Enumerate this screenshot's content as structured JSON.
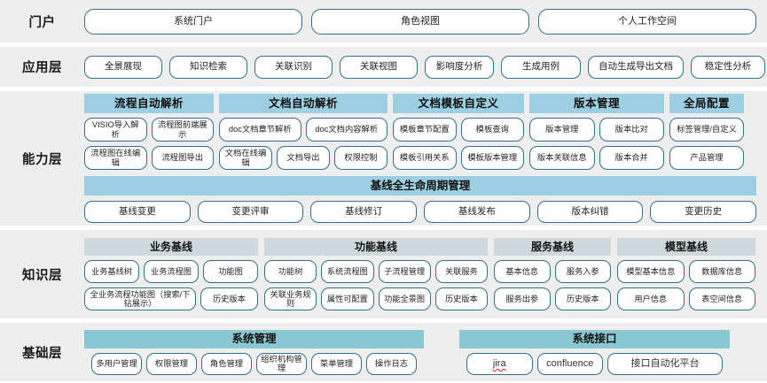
{
  "layers": [
    {
      "label": "门户",
      "buttons": [
        "系统门户",
        "角色视图",
        "个人工作空间"
      ]
    },
    {
      "label": "应用层",
      "buttons": [
        "全景展现",
        "知识检索",
        "关联识别",
        "关联视图",
        "影响度分析",
        "生成用例",
        "自动生成导出文档",
        "稳定性分析"
      ]
    },
    {
      "label": "能力层",
      "groups": [
        {
          "title": "流程自动解析",
          "row1": [
            "VISIO导入解析",
            "流程图前端展示"
          ],
          "row2": [
            "流程图在线编辑",
            "流程图导出"
          ]
        },
        {
          "title": "文档自动解析",
          "row1": [
            "doc文档章节解析",
            "doc文档内容解析"
          ],
          "row2": [
            "文档在线编辑",
            "文档导出",
            "权限控制"
          ]
        },
        {
          "title": "文档模板自定义",
          "row1": [
            "模板章节配置",
            "模板查询"
          ],
          "row2": [
            "模板引用关系",
            "模板版本管理"
          ]
        },
        {
          "title": "版本管理",
          "row1": [
            "版本管理",
            "版本比对"
          ],
          "row2": [
            "版本关联信息",
            "版本合并"
          ]
        },
        {
          "title": "全局配置",
          "row1": [
            "标签管理/自定义"
          ],
          "row2": [
            "产品管理"
          ]
        }
      ],
      "baseline": {
        "title": "基线全生命周期管理",
        "buttons": [
          "基线变更",
          "变更评审",
          "基线修订",
          "基线发布",
          "版本纠错",
          "变更历史"
        ]
      }
    },
    {
      "label": "知识层",
      "groups": [
        {
          "title": "业务基线",
          "row1": [
            "业务基线树",
            "业务流程图",
            "功能图"
          ],
          "row2": [
            "全业务流程功能图（搜索/下钻展示）",
            "历史版本"
          ]
        },
        {
          "title": "功能基线",
          "row1": [
            "功能树",
            "系统流程图",
            "子流程管理",
            "关联服务"
          ],
          "row2": [
            "关联业务规则",
            "属性可配置",
            "功能全景图",
            "历史版本"
          ]
        },
        {
          "title": "服务基线",
          "row1": [
            "基本信息",
            "服务入参"
          ],
          "row2": [
            "服务出参",
            "历史版本"
          ]
        },
        {
          "title": "模型基线",
          "row1": [
            "模型基本信息",
            "数据库信息"
          ],
          "row2": [
            "用户信息",
            "表空间信息"
          ]
        }
      ]
    },
    {
      "label": "基础层",
      "groups": [
        {
          "title": "系统管理",
          "row1": [
            "多用户管理",
            "权限管理",
            "角色管理",
            "组织机构管理",
            "菜单管理",
            "操作日志"
          ]
        },
        {
          "title": "系统接口",
          "row1": [
            "jira",
            "confluence",
            "接口自动化平台"
          ]
        }
      ]
    }
  ],
  "colors": {
    "capability_header": "#9ccfe2",
    "knowledge_header": "#cfd9dd",
    "foundation_header": "#8ac9d4",
    "button_border": "#2f6f8f",
    "row_background": "#eeeeee"
  }
}
